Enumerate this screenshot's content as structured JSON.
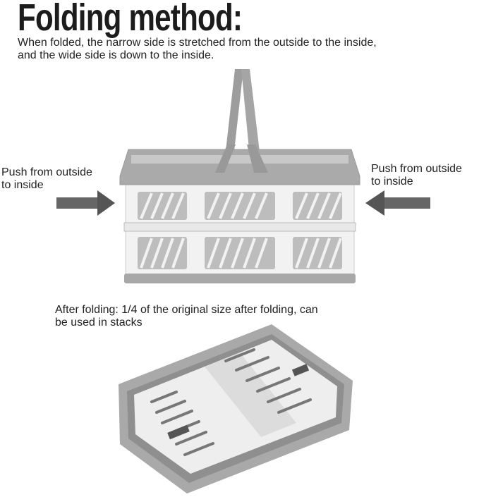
{
  "title": "Folding method:",
  "description_line1": "When folded, the narrow side is stretched from the outside to the inside,",
  "description_line2": "and the wide side is down to the inside.",
  "left_label_line1": "Push from outside",
  "left_label_line2": "to inside",
  "right_label_line1": "Push from outside",
  "right_label_line2": "to inside",
  "after_line1": "After folding: 1/4 of the original size after folding, can",
  "after_line2": "be used in stacks",
  "colors": {
    "gray_frame": "#a9a9a9",
    "arrow": "#555555",
    "white_body": "#f4f4f4"
  }
}
